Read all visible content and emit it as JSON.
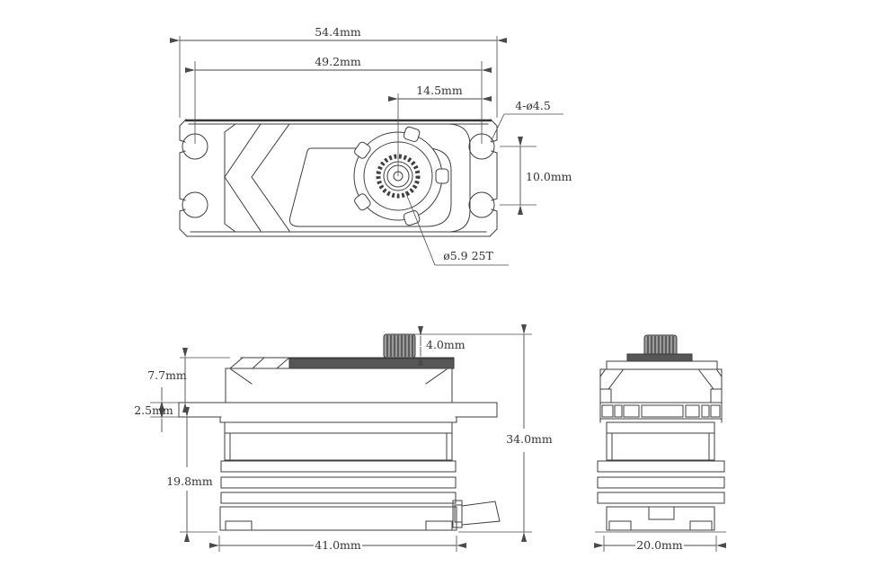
{
  "drawing": {
    "type": "servo-dimensional-drawing",
    "background": "#ffffff",
    "line_color": "#3f3f3f",
    "text_color": "#333333",
    "top_view": {
      "overall_width": "54.4mm",
      "hole_span": "49.2mm",
      "spline_offset": "14.5mm",
      "mount_hole_spec": "4-ø4.5",
      "hole_spacing": "10.0mm",
      "spline_spec": "ø5.9 25T"
    },
    "front_view": {
      "spline_height": "4.0mm",
      "upper_height": "7.7mm",
      "tab_thickness": "2.5mm",
      "lower_height": "19.8mm",
      "total_height": "34.0mm",
      "body_width": "41.0mm"
    },
    "side_view": {
      "body_depth": "20.0mm"
    }
  }
}
